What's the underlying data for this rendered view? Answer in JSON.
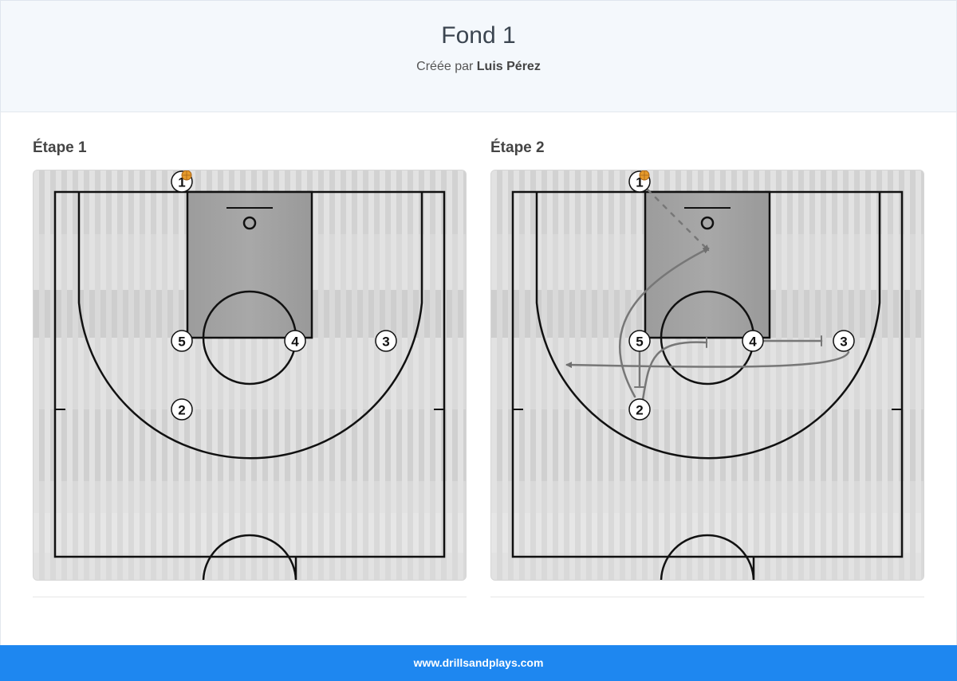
{
  "play": {
    "title": "Fond 1",
    "created_by_prefix": "Créée par",
    "author": "Luis Pérez"
  },
  "steps": [
    {
      "label": "Étape 1"
    },
    {
      "label": "Étape 2"
    }
  ],
  "players": {
    "p1": "1",
    "p2": "2",
    "p3": "3",
    "p4": "4",
    "p5": "5"
  },
  "footer": {
    "site": "www.drillsandplays.com"
  },
  "colors": {
    "accent": "#1e87f0",
    "header_bg": "#f4f8fc",
    "paint": "#9a9a9a",
    "court_floor": "#d8d8d8",
    "ball": "#e59a2a",
    "action_line": "#7a7a7a"
  },
  "icons": {
    "ball": "basketball-icon"
  }
}
